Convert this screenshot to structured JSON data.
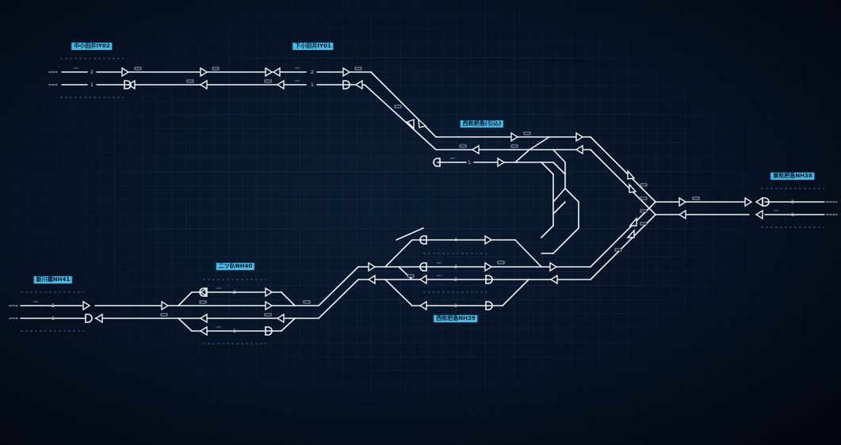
{
  "stations": [
    {
      "id": "nakaodai",
      "label": "中小田井IY02"
    },
    {
      "id": "shimoodai",
      "label": "下小田井IY01"
    },
    {
      "id": "nishibiwajima_kita",
      "label": "西枇杷島(引込)"
    },
    {
      "id": "higashibiwajima",
      "label": "東枇杷島NH38"
    },
    {
      "id": "futatsuiri",
      "label": "二ツ杁NH40"
    },
    {
      "id": "shinkawabashi",
      "label": "新川橋NH41"
    },
    {
      "id": "nishibiwajima",
      "label": "西枇杷島NH39"
    }
  ],
  "track_numbers": {
    "nakaodai": [
      "2",
      "1"
    ],
    "shimoodai": [
      "2",
      "1"
    ],
    "siding": "1",
    "higashibiwajima": [
      "2",
      "1"
    ],
    "shinkawabashi": [
      "2",
      "1"
    ],
    "futatsuiri": [
      "2",
      "1"
    ],
    "nishibiwajima": [
      "4",
      "3",
      "2",
      "1"
    ]
  },
  "colors": {
    "track": "#eef3f8",
    "station_label_bg": "#49b9df",
    "platform_dash": "#3a5d8a",
    "background": "#040b16"
  }
}
